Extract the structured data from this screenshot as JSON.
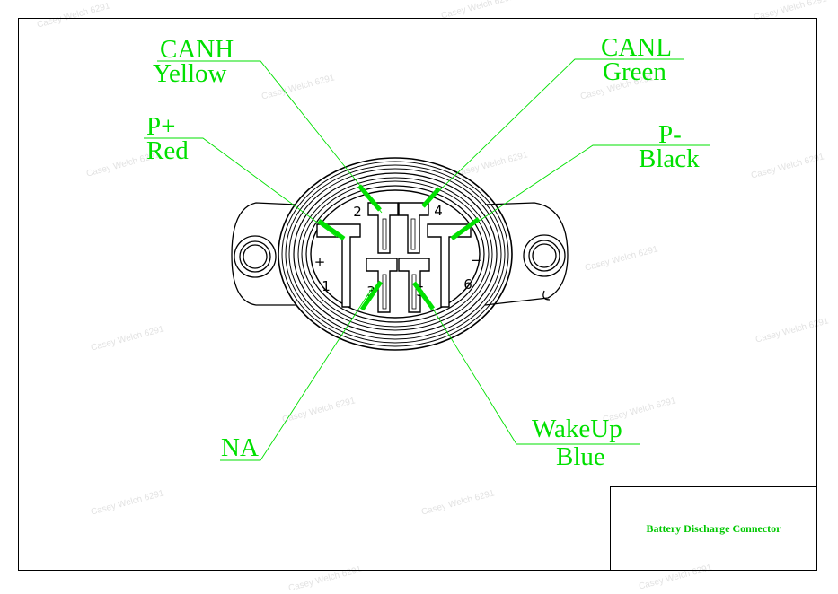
{
  "pins": [
    {
      "name": "CANH",
      "color": "Yellow"
    },
    {
      "name": "CANL",
      "color": "Green"
    },
    {
      "name": "P+",
      "color": "Red"
    },
    {
      "name": "P-",
      "color": "Black"
    },
    {
      "name": "NA"
    },
    {
      "name": "WakeUp",
      "color": "Blue"
    }
  ],
  "pin_numbers": [
    "1",
    "2",
    "3",
    "4",
    "5",
    "6"
  ],
  "polarity": {
    "plus": "+",
    "minus": "−"
  },
  "title_block": {
    "title": "Battery Discharge Connector"
  },
  "watermark": "Casey Welch 6291",
  "colors": {
    "label": "#00e000",
    "leader": "#00e000",
    "outline": "#000000"
  }
}
